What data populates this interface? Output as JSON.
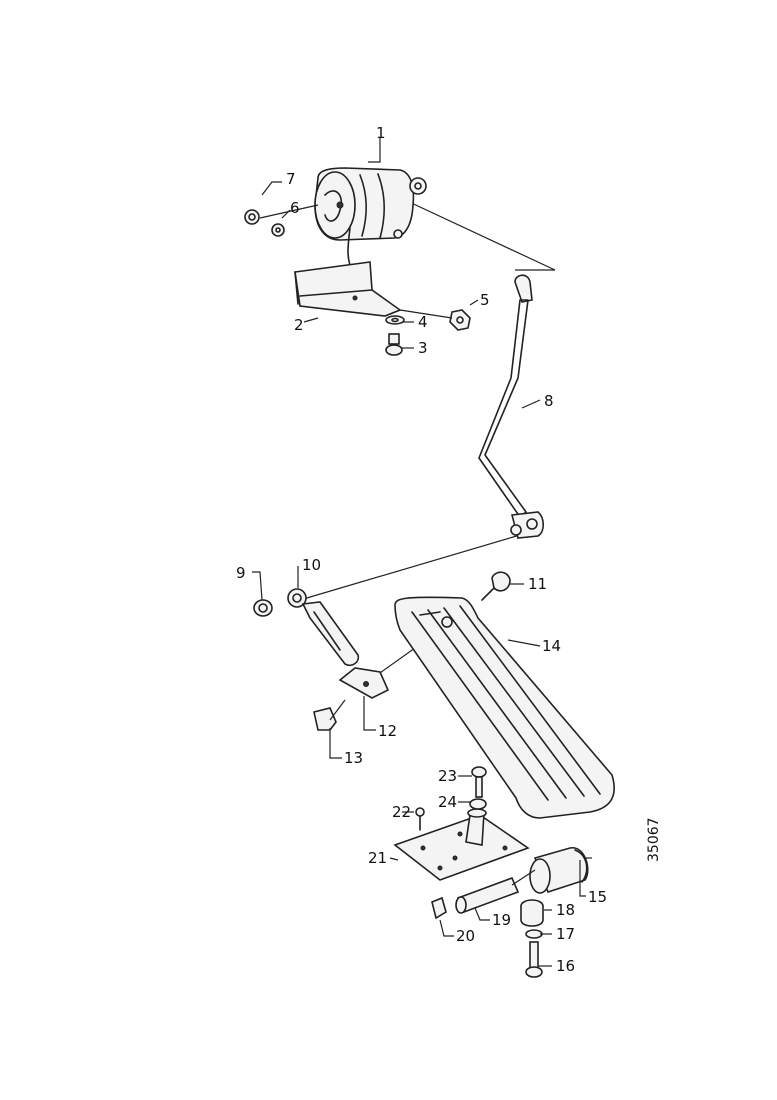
{
  "callouts": {
    "p1": "1",
    "p2": "2",
    "p3": "3",
    "p4": "4",
    "p5": "5",
    "p6": "6",
    "p7": "7",
    "p8": "8",
    "p9": "9",
    "p10": "10",
    "p11": "11",
    "p12": "12",
    "p13": "13",
    "p14": "14",
    "p15": "15",
    "p16": "16",
    "p17": "17",
    "p18": "18",
    "p19": "19",
    "p20": "20",
    "p21": "21",
    "p22": "22",
    "p23": "23",
    "p24": "24"
  },
  "reference_number": "35067"
}
